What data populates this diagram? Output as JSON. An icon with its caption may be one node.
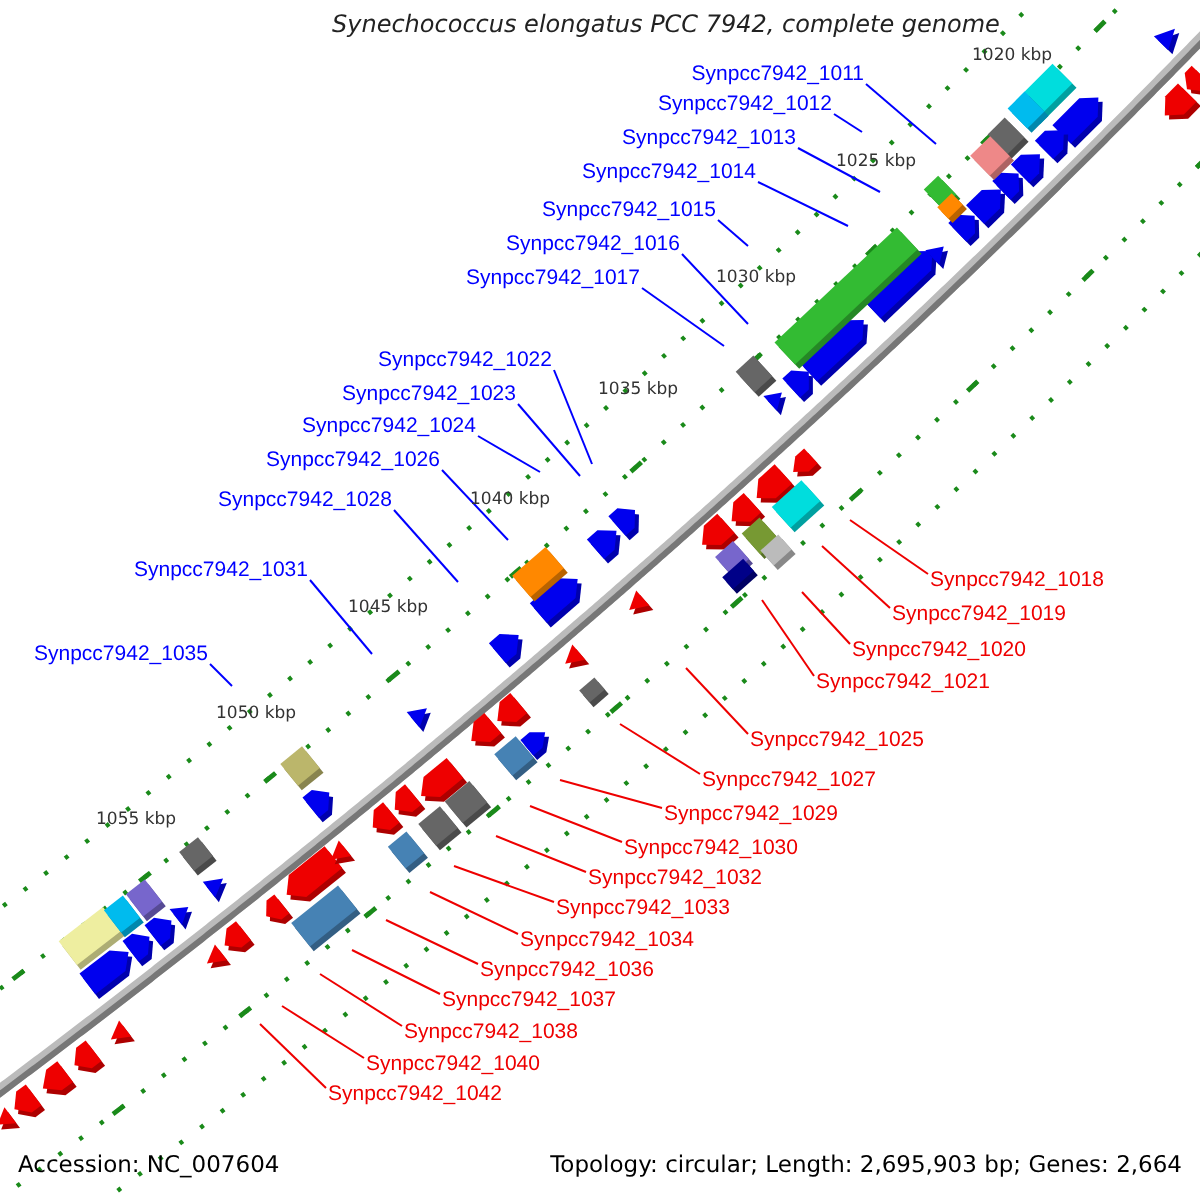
{
  "diagram": {
    "title": "Synechococcus elongatus PCC 7942, complete genome",
    "nodes": [
      {
        "text": [
          "Synpcc7942_1011"
        ]
      },
      {
        "text": [
          "Synpcc7942_1012"
        ]
      },
      {
        "text": [
          "Synpcc7942_1013"
        ]
      },
      {
        "text": [
          "Synpcc7942_1014"
        ]
      },
      {
        "text": [
          "Synpcc7942_1015"
        ]
      },
      {
        "text": [
          "Synpcc7942_1016"
        ]
      },
      {
        "text": [
          "Synpcc7942_1017"
        ]
      },
      {
        "text": [
          "Synpcc7942_1022"
        ]
      },
      {
        "text": [
          "Synpcc7942_1023"
        ]
      },
      {
        "text": [
          "Synpcc7942_1024"
        ]
      },
      {
        "text": [
          "Synpcc7942_1026"
        ]
      },
      {
        "text": [
          "Synpcc7942_1028"
        ]
      },
      {
        "text": [
          "Synpcc7942_1031"
        ]
      },
      {
        "text": [
          "Synpcc7942_1035"
        ]
      },
      {
        "text": [
          "Synpcc7942_1018"
        ]
      },
      {
        "text": [
          "Synpcc7942_1019"
        ]
      },
      {
        "text": [
          "Synpcc7942_1020"
        ]
      },
      {
        "text": [
          "Synpcc7942_1021"
        ]
      },
      {
        "text": [
          "Synpcc7942_1025"
        ]
      },
      {
        "text": [
          "Synpcc7942_1027"
        ]
      },
      {
        "text": [
          "Synpcc7942_1029"
        ]
      },
      {
        "text": [
          "Synpcc7942_1030"
        ]
      },
      {
        "text": [
          "Synpcc7942_1032"
        ]
      },
      {
        "text": [
          "Synpcc7942_1033"
        ]
      },
      {
        "text": [
          "Synpcc7942_1034"
        ]
      },
      {
        "text": [
          "Synpcc7942_1036"
        ]
      },
      {
        "text": [
          "Synpcc7942_1037"
        ]
      },
      {
        "text": [
          "Synpcc7942_1038"
        ]
      },
      {
        "text": [
          "Synpcc7942_1040"
        ]
      },
      {
        "text": [
          "Synpcc7942_1042"
        ]
      }
    ],
    "edges": [
      {
        "from": 0,
        "to": null,
        "arrow": "none",
        "color": "#0000ff"
      },
      {
        "from": 1,
        "to": null,
        "arrow": "none",
        "color": "#0000ff"
      },
      {
        "from": 2,
        "to": null,
        "arrow": "none",
        "color": "#0000ff"
      },
      {
        "from": 3,
        "to": null,
        "arrow": "none",
        "color": "#0000ff"
      },
      {
        "from": 4,
        "to": null,
        "arrow": "none",
        "color": "#0000ff"
      },
      {
        "from": 5,
        "to": null,
        "arrow": "none",
        "color": "#0000ff"
      },
      {
        "from": 6,
        "to": null,
        "arrow": "none",
        "color": "#0000ff"
      },
      {
        "from": 7,
        "to": null,
        "arrow": "none",
        "color": "#0000ff"
      },
      {
        "from": 8,
        "to": null,
        "arrow": "none",
        "color": "#0000ff"
      },
      {
        "from": 9,
        "to": null,
        "arrow": "none",
        "color": "#0000ff"
      },
      {
        "from": 10,
        "to": null,
        "arrow": "none",
        "color": "#0000ff"
      },
      {
        "from": 11,
        "to": null,
        "arrow": "none",
        "color": "#0000ff"
      },
      {
        "from": 12,
        "to": null,
        "arrow": "none",
        "color": "#0000ff"
      },
      {
        "from": 13,
        "to": null,
        "arrow": "none",
        "color": "#0000ff"
      },
      {
        "from": 14,
        "to": null,
        "arrow": "none"
      },
      {
        "from": 15,
        "to": null,
        "arrow": "none"
      },
      {
        "from": 16,
        "to": null,
        "arrow": "none"
      },
      {
        "from": 17,
        "to": null,
        "arrow": "none"
      },
      {
        "from": 18,
        "to": null,
        "arrow": "none"
      },
      {
        "from": 19,
        "to": null,
        "arrow": "none"
      },
      {
        "from": 20,
        "to": null,
        "arrow": "none"
      },
      {
        "from": 21,
        "to": null,
        "arrow": "none"
      },
      {
        "from": 22,
        "to": null,
        "arrow": "none"
      },
      {
        "from": 23,
        "to": null,
        "arrow": "none"
      },
      {
        "from": 24,
        "to": null,
        "arrow": "none"
      },
      {
        "from": 25,
        "to": null,
        "arrow": "none"
      },
      {
        "from": 26,
        "to": null,
        "arrow": "none"
      },
      {
        "from": 27,
        "to": null,
        "arrow": "none"
      },
      {
        "from": 28,
        "to": null,
        "arrow": "none"
      },
      {
        "from": 29,
        "to": null,
        "arrow": "none"
      }
    ],
    "labels": [
      "1020 kbp",
      "1025 kbp",
      "1030 kbp",
      "1035 kbp",
      "1040 kbp",
      "1045 kbp",
      "1050 kbp",
      "1055 kbp",
      "Accession: NC_007604",
      "Topology: circular; Length: 2,695,903 bp; Genes: 2,664"
    ]
  }
}
